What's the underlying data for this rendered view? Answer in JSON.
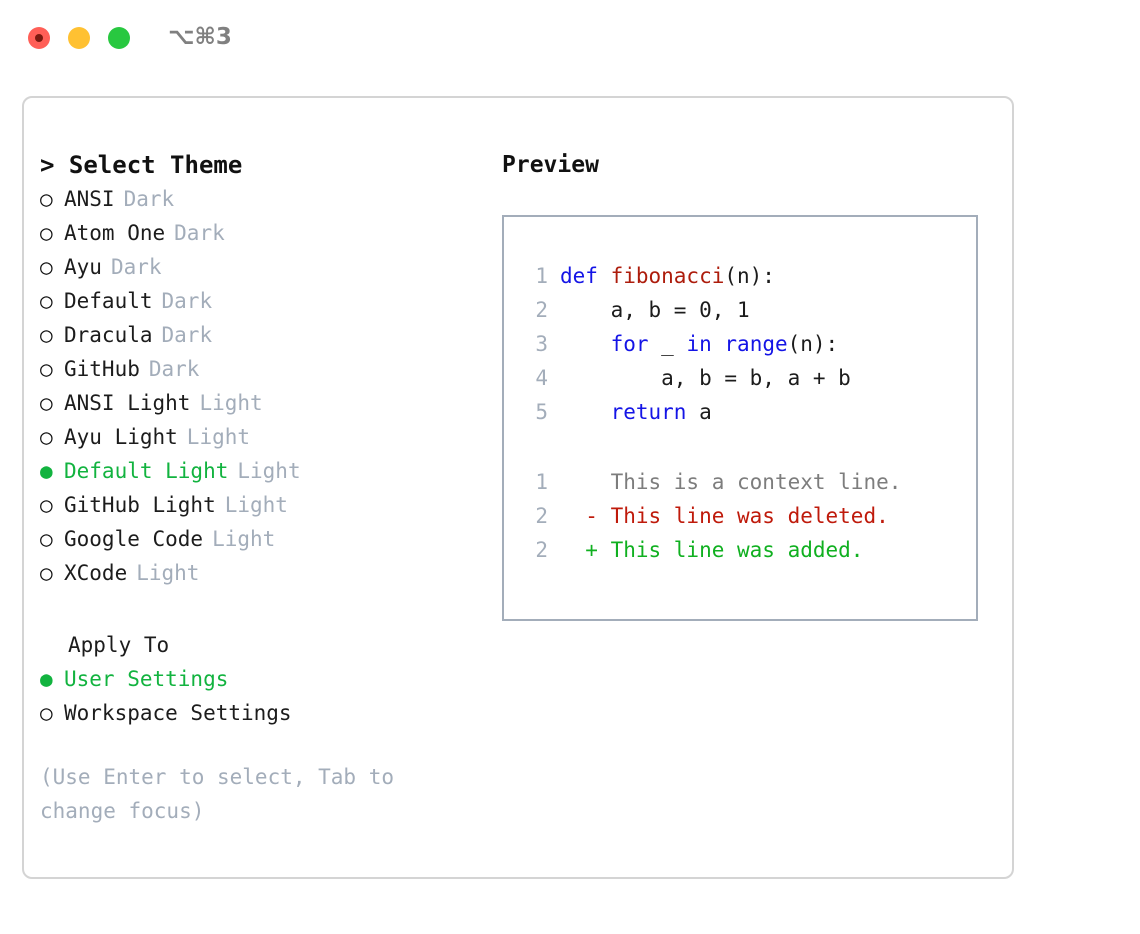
{
  "titlebar": {
    "shortcut": "⌥⌘3",
    "lights": [
      "close-red",
      "minimize-yellow",
      "zoom-green"
    ]
  },
  "theme_picker": {
    "header": "> Select Theme",
    "items": [
      {
        "bullet": "○",
        "label": "ANSI",
        "tag": "Dark",
        "selected": false
      },
      {
        "bullet": "○",
        "label": "Atom One",
        "tag": "Dark",
        "selected": false
      },
      {
        "bullet": "○",
        "label": "Ayu",
        "tag": "Dark",
        "selected": false
      },
      {
        "bullet": "○",
        "label": "Default",
        "tag": "Dark",
        "selected": false
      },
      {
        "bullet": "○",
        "label": "Dracula",
        "tag": "Dark",
        "selected": false
      },
      {
        "bullet": "○",
        "label": "GitHub",
        "tag": "Dark",
        "selected": false
      },
      {
        "bullet": "○",
        "label": "ANSI Light",
        "tag": "Light",
        "selected": false
      },
      {
        "bullet": "○",
        "label": "Ayu Light",
        "tag": "Light",
        "selected": false
      },
      {
        "bullet": "●",
        "label": "Default Light",
        "tag": "Light",
        "selected": true
      },
      {
        "bullet": "○",
        "label": "GitHub Light",
        "tag": "Light",
        "selected": false
      },
      {
        "bullet": "○",
        "label": "Google Code",
        "tag": "Light",
        "selected": false
      },
      {
        "bullet": "○",
        "label": "XCode",
        "tag": "Light",
        "selected": false
      }
    ]
  },
  "apply_to": {
    "header": "Apply To",
    "items": [
      {
        "bullet": "●",
        "label": "User Settings",
        "selected": true
      },
      {
        "bullet": "○",
        "label": "Workspace Settings",
        "selected": false
      }
    ]
  },
  "hint": "(Use Enter to select, Tab to change focus)",
  "preview": {
    "title": "Preview",
    "code_lines": [
      {
        "number": "1",
        "tokens": [
          {
            "text": "def ",
            "type": "kw"
          },
          {
            "text": "fibonacci",
            "type": "fn"
          },
          {
            "text": "(n):",
            "type": "plain"
          }
        ]
      },
      {
        "number": "2",
        "tokens": [
          {
            "text": "    a, b = 0, 1",
            "type": "plain"
          }
        ]
      },
      {
        "number": "3",
        "tokens": [
          {
            "text": "    ",
            "type": "plain"
          },
          {
            "text": "for",
            "type": "kw"
          },
          {
            "text": " _ ",
            "type": "plain"
          },
          {
            "text": "in",
            "type": "kw"
          },
          {
            "text": " ",
            "type": "plain"
          },
          {
            "text": "range",
            "type": "kw"
          },
          {
            "text": "(n):",
            "type": "plain"
          }
        ]
      },
      {
        "number": "4",
        "tokens": [
          {
            "text": "        a, b = b, a + b",
            "type": "plain"
          }
        ]
      },
      {
        "number": "5",
        "tokens": [
          {
            "text": "    ",
            "type": "plain"
          },
          {
            "text": "return",
            "type": "kw"
          },
          {
            "text": " a",
            "type": "plain"
          }
        ]
      }
    ],
    "diff_lines": [
      {
        "number": "1",
        "marker": "  ",
        "text": "This is a context line.",
        "type": "ctx"
      },
      {
        "number": "2",
        "marker": "- ",
        "text": "This line was deleted.",
        "type": "del"
      },
      {
        "number": "2",
        "marker": "+ ",
        "text": "This line was added.",
        "type": "add"
      }
    ]
  },
  "colors": {
    "accent_green": "#12b33f",
    "muted": "#a3adba",
    "keyword_blue": "#1414e6",
    "function_red": "#ad1c0c",
    "diff_delete": "#bf1a0b",
    "diff_add": "#10b020",
    "panel_border": "#d4d4d4",
    "preview_border": "#a3adba"
  }
}
